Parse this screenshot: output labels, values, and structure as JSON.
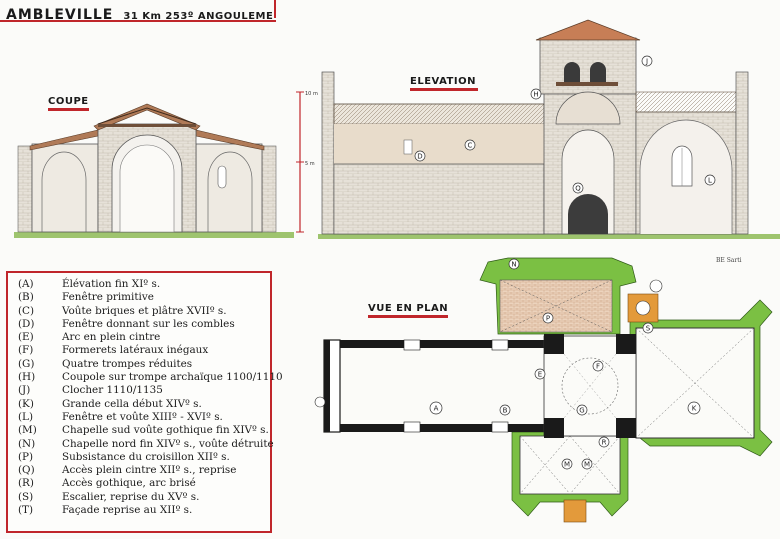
{
  "header": {
    "title": "AMBLEVILLE",
    "subtitle": "31 Km 253º ANGOULEME"
  },
  "sections": {
    "coupe": "COUPE",
    "elevation": "ELEVATION",
    "plan": "VUE EN PLAN"
  },
  "scale": {
    "top": "10 m",
    "mid": "5 m"
  },
  "signature": "BE Sarti",
  "legend": [
    {
      "key": "(A)",
      "text": "Élévation fin XIº s."
    },
    {
      "key": "(B)",
      "text": "Fenêtre primitive"
    },
    {
      "key": "(C)",
      "text": "Voûte briques et plâtre XVIIº s."
    },
    {
      "key": "(D)",
      "text": "Fenêtre donnant sur les combles"
    },
    {
      "key": "(E)",
      "text": "Arc en plein cintre"
    },
    {
      "key": "(F)",
      "text": "Formerets latéraux inégaux"
    },
    {
      "key": "(G)",
      "text": "Quatre trompes réduites"
    },
    {
      "key": "(H)",
      "text": "Coupole sur trompe archaïque 1100/1110"
    },
    {
      "key": "(J)",
      "text": "Clocher 1110/1135"
    },
    {
      "key": "(K)",
      "text": "Grande cella début XIVº s."
    },
    {
      "key": "(L)",
      "text": "Fenêtre et voûte XIIIº - XVIº s."
    },
    {
      "key": "(M)",
      "text": "Chapelle sud voûte gothique fin XIVº s."
    },
    {
      "key": "(N)",
      "text": "Chapelle nord fin XIVº s., voûte détruite"
    },
    {
      "key": "(P)",
      "text": "Subsistance du croisillon XIIº s."
    },
    {
      "key": "(Q)",
      "text": "Accès plein cintre XIIº s., reprise"
    },
    {
      "key": "(R)",
      "text": "Accès gothique, arc brisé"
    },
    {
      "key": "(S)",
      "text": "Escalier, reprise du XVº s."
    },
    {
      "key": "(T)",
      "text": "Façade reprise au XIIº s."
    }
  ],
  "markers": {
    "elevation": [
      "D",
      "C",
      "H",
      "J",
      "Q",
      "L"
    ],
    "plan": [
      "N",
      "P",
      "S",
      "E",
      "F",
      "A",
      "B",
      "G",
      "K",
      "R",
      "M",
      "M"
    ]
  },
  "colors": {
    "accent": "#c0262b",
    "stone": "#e4ded4",
    "roof": "#b07a57",
    "wall_black": "#1a1a1a",
    "green": "#7bc043",
    "orange": "#e39a3b",
    "brick": "#e8c2a8"
  }
}
